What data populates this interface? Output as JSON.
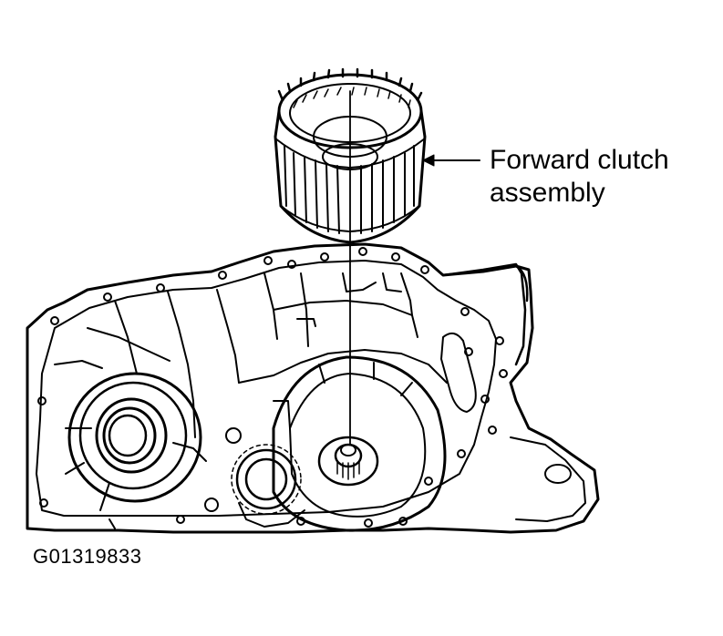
{
  "callout": {
    "line1": "Forward clutch",
    "line2": "assembly"
  },
  "figure_id": "G01319833",
  "colors": {
    "ink": "#000000",
    "paper": "#ffffff"
  }
}
